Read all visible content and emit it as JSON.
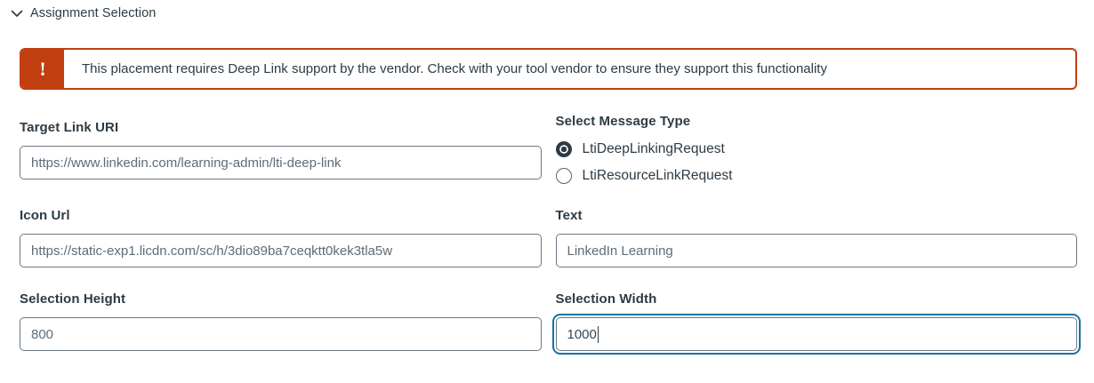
{
  "section": {
    "title": "Assignment Selection"
  },
  "alert": {
    "icon": "!",
    "message": "This placement requires Deep Link support by the vendor. Check with your tool vendor to ensure they support this functionality"
  },
  "fields": {
    "target_link_uri": {
      "label": "Target Link URI",
      "value": "https://www.linkedin.com/learning-admin/lti-deep-link"
    },
    "message_type": {
      "label": "Select Message Type",
      "options": [
        {
          "label": "LtiDeepLinkingRequest",
          "selected": true
        },
        {
          "label": "LtiResourceLinkRequest",
          "selected": false
        }
      ]
    },
    "icon_url": {
      "label": "Icon Url",
      "value": "https://static-exp1.licdn.com/sc/h/3dio89ba7ceqktt0kek3tla5w"
    },
    "text": {
      "label": "Text",
      "value": "LinkedIn Learning"
    },
    "selection_height": {
      "label": "Selection Height",
      "value": "800"
    },
    "selection_width": {
      "label": "Selection Width",
      "value": "1000",
      "focused": true
    }
  },
  "colors": {
    "accent": "#C13E11",
    "focus_ring": "#1173A4",
    "text_dark": "#2D3B45",
    "input_border": "#6B7884",
    "input_text": "#5F6C76"
  }
}
